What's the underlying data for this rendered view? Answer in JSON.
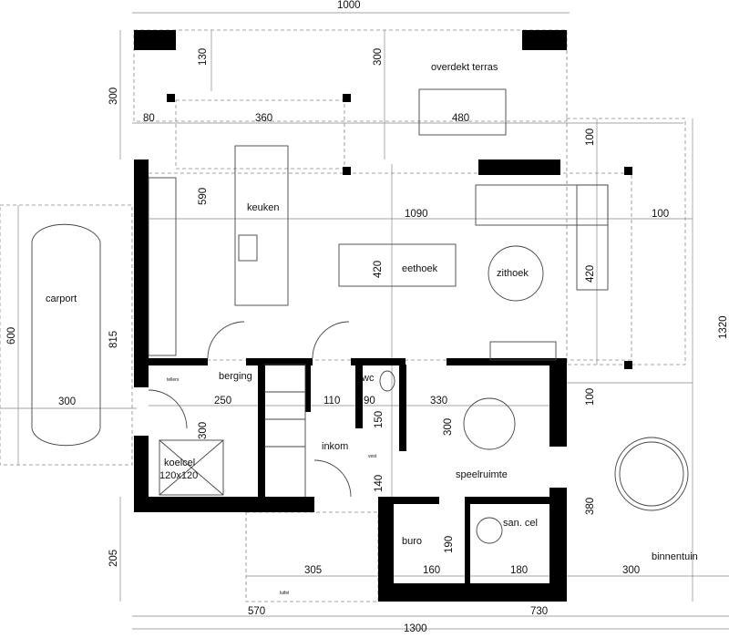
{
  "rooms": {
    "terrace": "overdekt terras",
    "kitchen": "keuken",
    "dining": "eethoek",
    "sitting": "zithoek",
    "carport": "carport",
    "storage": "berging",
    "wc": "wc",
    "entrance": "inkom",
    "playroom": "speelruimte",
    "cold_room": "koelcel",
    "cold_room_size": "120x120",
    "office": "buro",
    "bathroom": "san. cel",
    "garden": "binnentuin",
    "meters": "tellers",
    "cloakroom": "vest",
    "canopy": "luifel"
  },
  "dimensions": {
    "top_total": "1000",
    "terrace_depth_left": "130",
    "terrace_depth_mid": "300",
    "terrace_side": "300",
    "offset_80": "80",
    "kitchen_width": "360",
    "terrace_width": "480",
    "right_offset_top": "100",
    "kitchen_depth": "590",
    "living_length": "1090",
    "right_offset": "100",
    "dining_depth": "420",
    "sitting_depth": "420",
    "left_depth": "815",
    "carport_depth": "600",
    "right_total": "1320",
    "carport_width": "300",
    "storage_width": "250",
    "entrance_110": "110",
    "wc_width": "90",
    "wc_depth": "150",
    "playroom_width": "330",
    "playroom_depth": "300",
    "storage_depth": "300",
    "entrance_140": "140",
    "right_offset_low": "100",
    "garden_depth": "380",
    "bottom_left_depth": "205",
    "canopy_width": "305",
    "office_width": "160",
    "office_depth": "190",
    "bathroom_width": "180",
    "garden_width": "300",
    "bottom_left": "570",
    "bottom_right": "730",
    "bottom_total": "1300"
  }
}
